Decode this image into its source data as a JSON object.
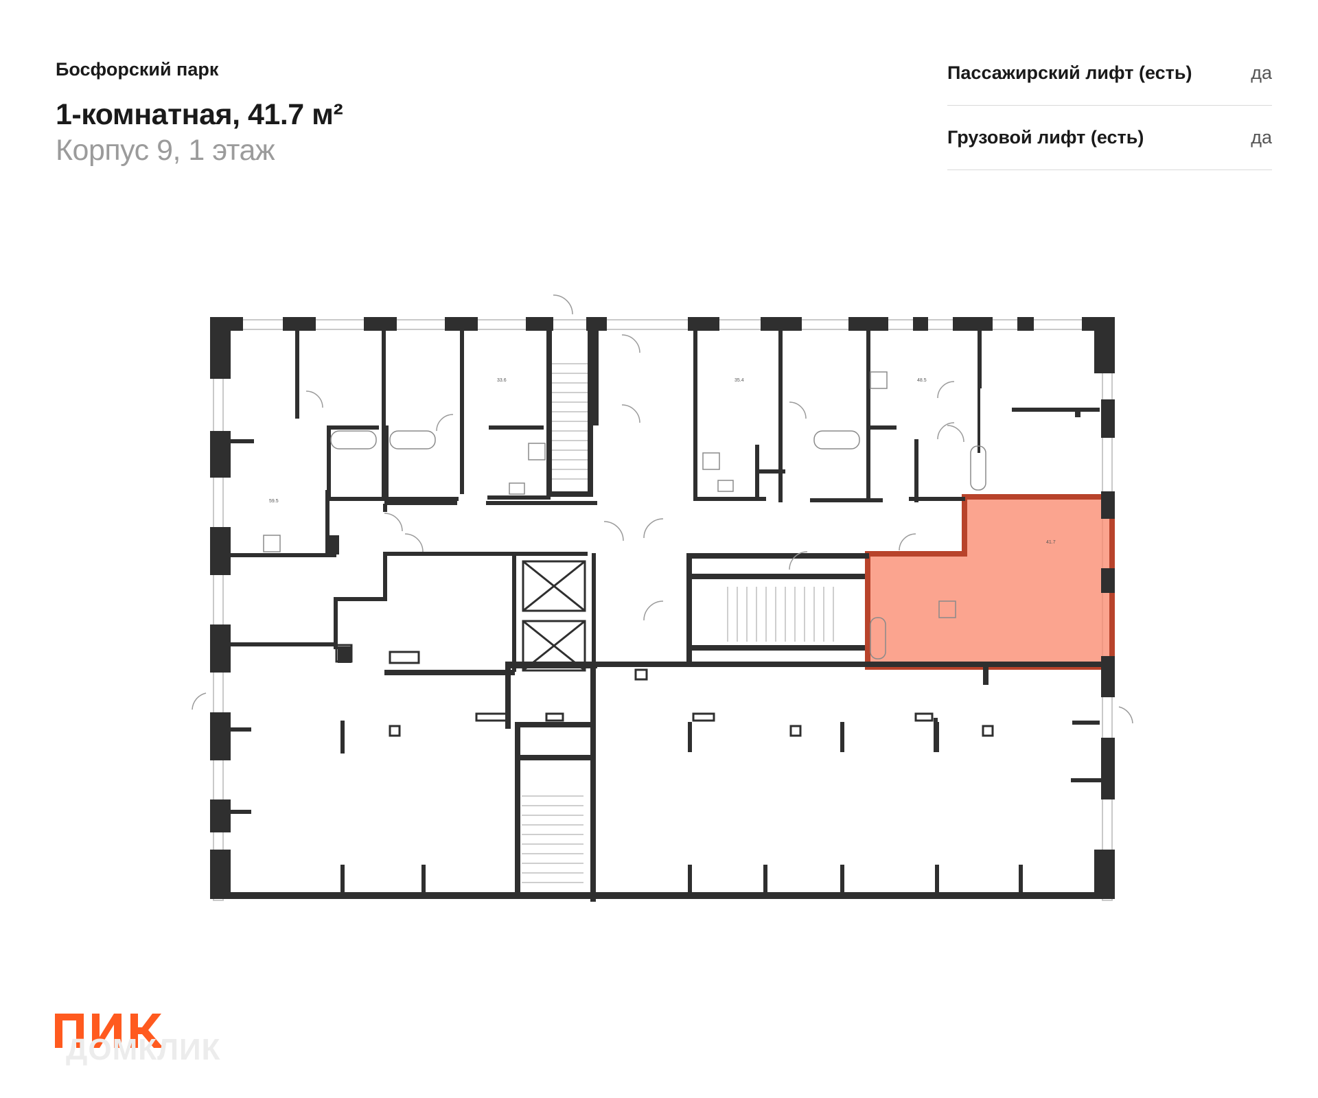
{
  "header": {
    "project": "Босфорский парк",
    "flat_title": "1-комнатная, 41.7 м²",
    "location": "Корпус 9, 1 этаж"
  },
  "features": [
    {
      "name": "Пассажирский лифт (есть)",
      "value": "да"
    },
    {
      "name": "Грузовой лифт (есть)",
      "value": "да"
    }
  ],
  "plan": {
    "area_labels": [
      "33.6",
      "35.4",
      "48.5",
      "59.5",
      "41.7"
    ],
    "highlight_color": "#fa8a70",
    "highlight_border": "#b8432b",
    "wall_color": "#2f2f2f"
  },
  "branding": {
    "logo": "ПИК",
    "logo_color": "#ff5a1f",
    "watermark": "ДОМКЛИК"
  }
}
